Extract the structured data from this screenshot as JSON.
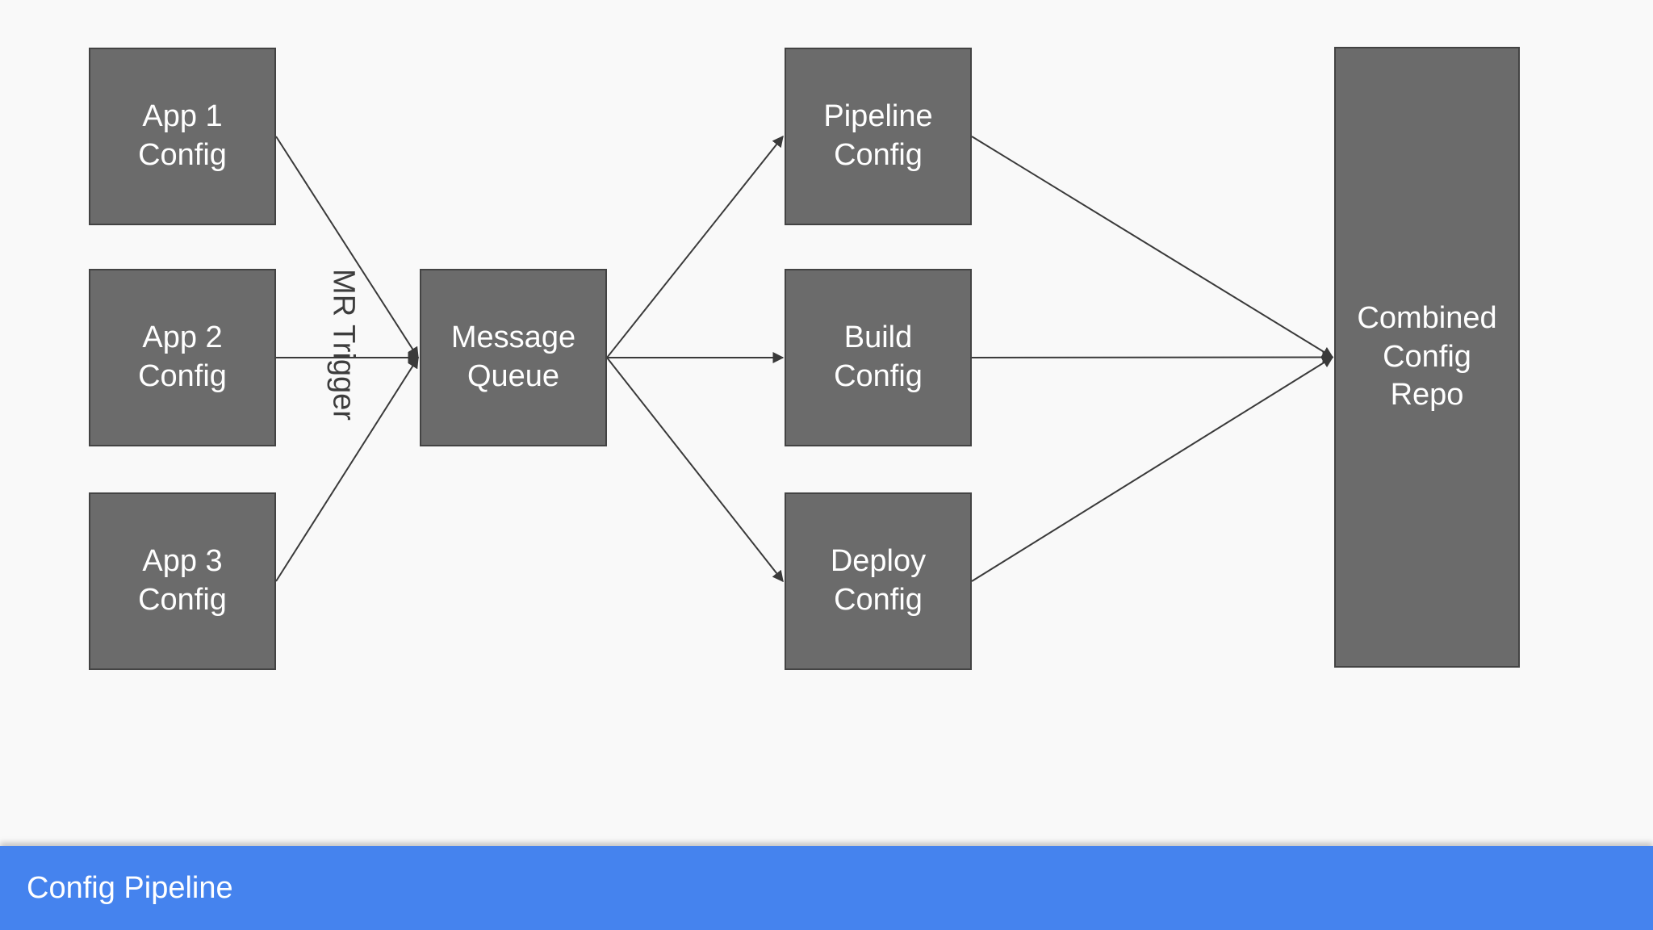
{
  "diagram": {
    "nodes": [
      {
        "id": "app1",
        "label": "App 1\nConfig"
      },
      {
        "id": "app2",
        "label": "App 2\nConfig"
      },
      {
        "id": "app3",
        "label": "App 3\nConfig"
      },
      {
        "id": "mq",
        "label": "Message\nQueue"
      },
      {
        "id": "pipeline",
        "label": "Pipeline\nConfig"
      },
      {
        "id": "build",
        "label": "Build\nConfig"
      },
      {
        "id": "deploy",
        "label": "Deploy\nConfig"
      },
      {
        "id": "combined",
        "label": "Combined\nConfig\nRepo"
      }
    ],
    "edges": [
      {
        "from": "app1",
        "to": "mq"
      },
      {
        "from": "app2",
        "to": "mq"
      },
      {
        "from": "app3",
        "to": "mq"
      },
      {
        "from": "mq",
        "to": "pipeline"
      },
      {
        "from": "mq",
        "to": "build"
      },
      {
        "from": "mq",
        "to": "deploy"
      },
      {
        "from": "pipeline",
        "to": "combined"
      },
      {
        "from": "build",
        "to": "combined"
      },
      {
        "from": "deploy",
        "to": "combined"
      }
    ],
    "edge_label": "MR Trigger"
  },
  "footer": {
    "title": "Config Pipeline"
  },
  "colors": {
    "background": "#f9f9f9",
    "node_fill": "#6b6b6b",
    "node_border": "#434343",
    "node_text": "#ffffff",
    "edge": "#3a3a3a",
    "edge_label_text": "#3d3d3d",
    "footer_bar": "#4583ee",
    "footer_text": "#ffffff"
  }
}
